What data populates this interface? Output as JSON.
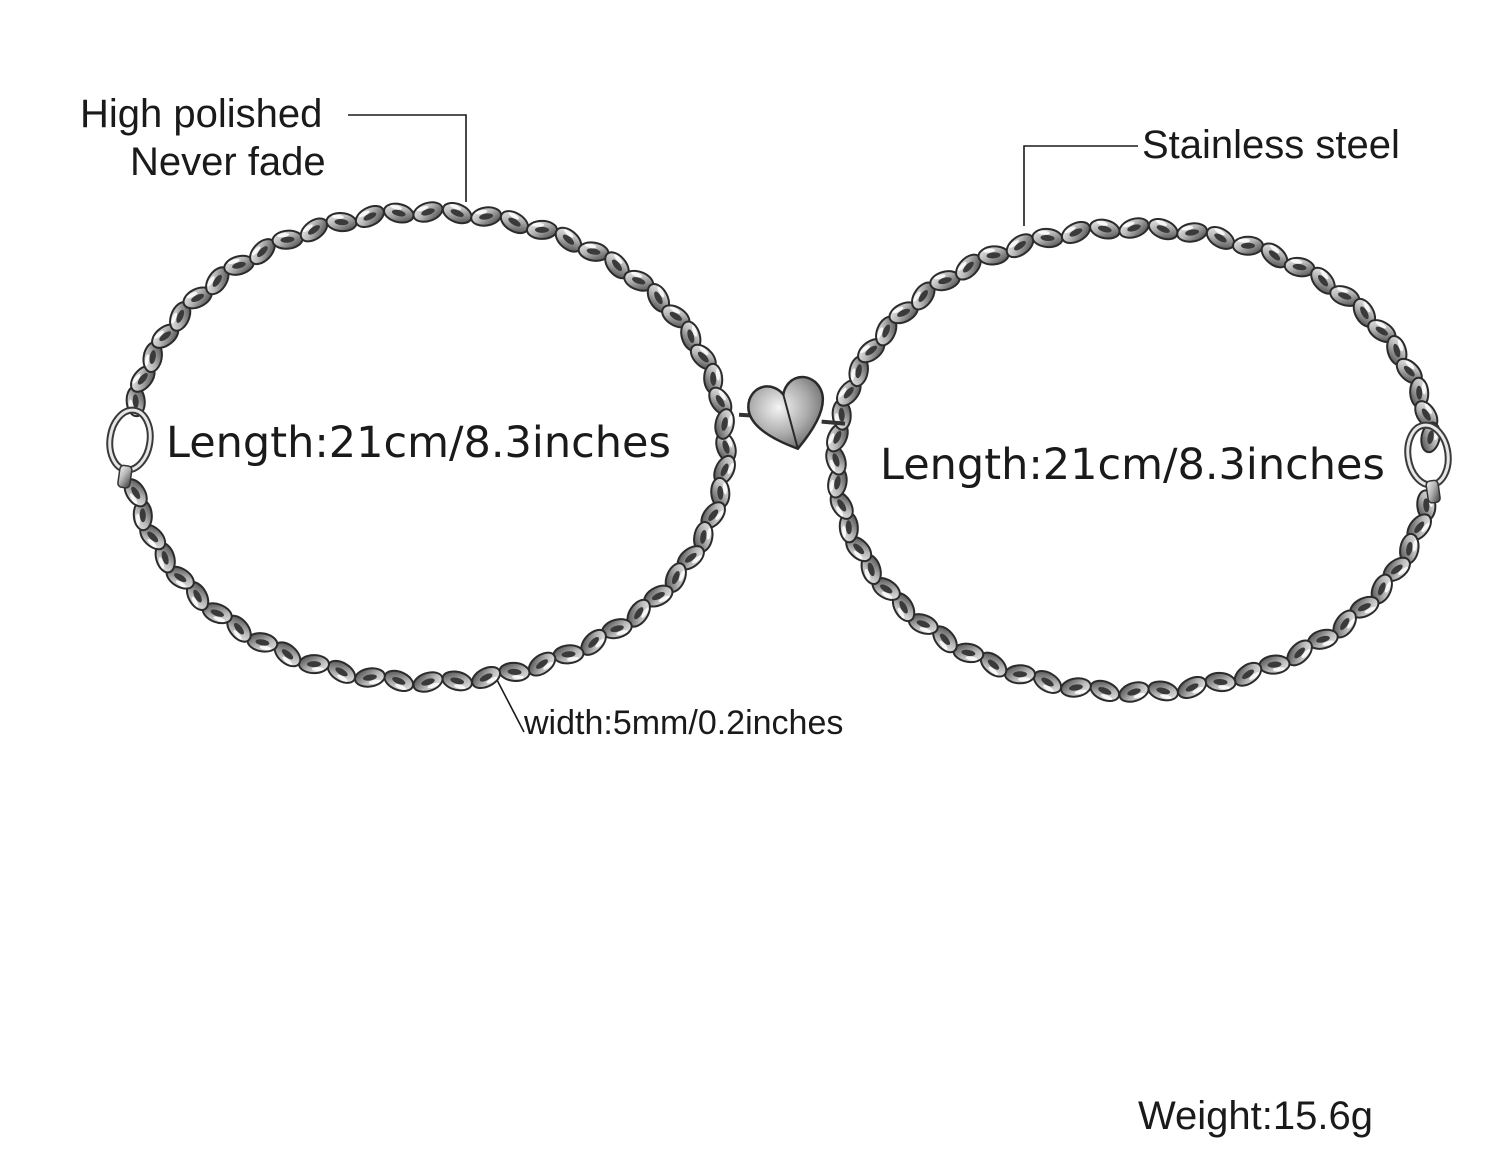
{
  "labels": {
    "finish_line1": "High polished",
    "finish_line2": "Never fade",
    "material": "Stainless steel",
    "length_left": "Length:21cm/8.3inches",
    "length_right": "Length:21cm/8.3inches",
    "width": "width:5mm/0.2inches",
    "weight": "Weight:15.6g"
  },
  "colors": {
    "background": "#ffffff",
    "text": "#1a1a1a",
    "metal_dark": "#2b2b2b",
    "metal_mid": "#8a8a8a",
    "metal_light": "#f2f2f2"
  },
  "items": {
    "left_bracelet": "cuban-chain-bracelet",
    "right_bracelet": "cuban-chain-bracelet",
    "clasp_left": "lobster-clasp",
    "clasp_right": "lobster-clasp",
    "charm": "magnetic-heart-charm"
  }
}
